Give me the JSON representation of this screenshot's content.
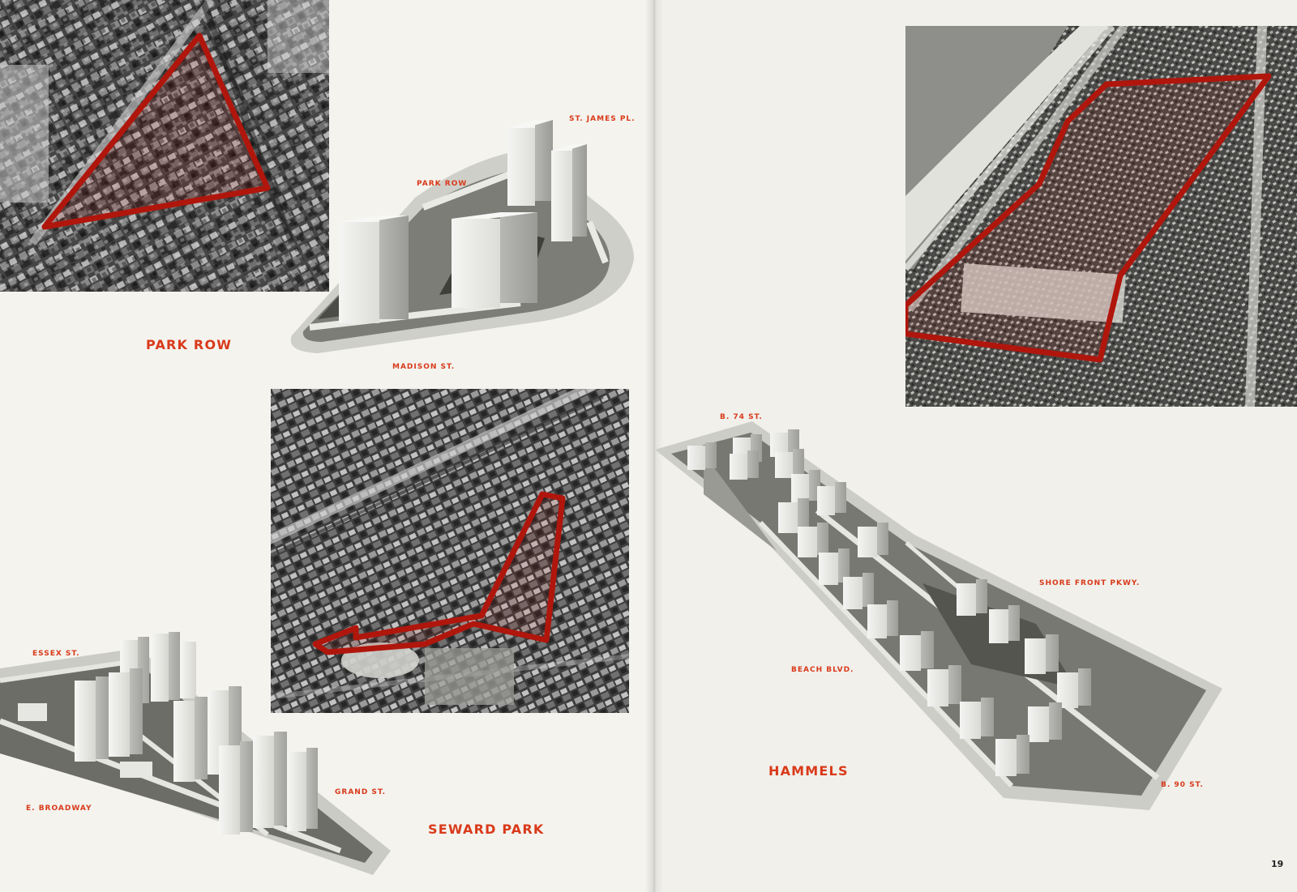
{
  "projects": {
    "park_row": {
      "title": "PARK ROW",
      "streets": {
        "st_james": "ST. JAMES PL.",
        "park_row": "PARK ROW",
        "madison": "MADISON ST."
      }
    },
    "seward_park": {
      "title": "SEWARD PARK",
      "streets": {
        "essex": "ESSEX ST.",
        "e_broadway": "E. BROADWAY",
        "grand": "GRAND ST."
      }
    },
    "hammels": {
      "title": "HAMMELS",
      "streets": {
        "b74": "B. 74 ST.",
        "shore_front": "SHORE FRONT PKWY.",
        "beach_blvd": "BEACH BLVD.",
        "b90": "B. 90 ST."
      }
    }
  },
  "page_number": "19",
  "colors": {
    "accent": "#d93a1a",
    "outline": "#b0160c",
    "paper": "#f2f1ec"
  }
}
